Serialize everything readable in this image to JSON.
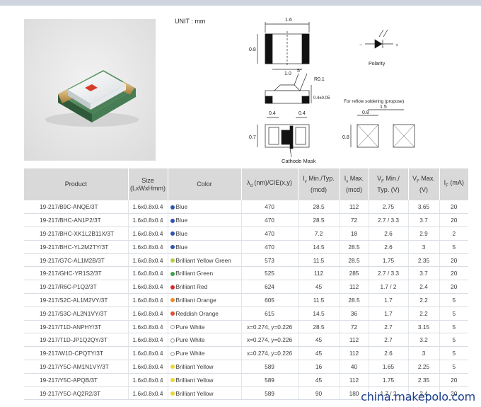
{
  "drawing": {
    "unit": "UNIT : mm",
    "top_width": "1.6",
    "top_height": "0.8",
    "top_inner": "1.0",
    "side_angle": "5°",
    "side_radius": "R0.1",
    "side_thickness": "0.4±0.05",
    "bottom_pad_left": "0.4",
    "bottom_pad_right": "0.4",
    "bottom_height": "0.7",
    "polarity_minus": "−",
    "polarity_plus": "+",
    "polarity": "Polarity",
    "reflow_title": "For reflow soldering (propose)",
    "reflow_pad": "0.8",
    "reflow_pitch": "1.5",
    "reflow_height": "0.8",
    "cathode_mask": "Cathode Mask"
  },
  "table": {
    "headers": {
      "product": "Product",
      "size": "Size",
      "size_sub": "(LxWxHmm)",
      "color": "Color",
      "wl_lambda": "λ",
      "wl_sub": "d",
      "wl_rest": " (nm)/CIE(x,y)",
      "iv_min_pre": "I",
      "iv_min_sub": "v",
      "iv_min_rest": " Min./Typ.",
      "iv_min_unit": "(mcd)",
      "iv_max_pre": "I",
      "iv_max_sub": "v",
      "iv_max_rest": " Max.",
      "iv_max_unit": "(mcd)",
      "vf_min_pre": "V",
      "vf_min_sub": "F",
      "vf_min_rest": " Min./",
      "vf_min_unit": "Typ. (V)",
      "vf_max_pre": "V",
      "vf_max_sub": "F",
      "vf_max_rest": " Max.",
      "vf_max_unit": "(V)",
      "if_pre": "I",
      "if_sub": "F",
      "if_rest": " (mA)"
    },
    "rows": [
      {
        "product": "19-217/B9C-ANQE/3T",
        "size": "1.6x0.8x0.4",
        "dot": "#2f55b4",
        "color": "Blue",
        "wl": "470",
        "iv_min": "28.5",
        "iv_max": "112",
        "vf_typ": "2.75",
        "vf_max": "3.65",
        "if": "20"
      },
      {
        "product": "19-217/BHC-AN1P2/3T",
        "size": "1.6x0.8x0.4",
        "dot": "#2f55b4",
        "color": "Blue",
        "wl": "470",
        "iv_min": "28.5",
        "iv_max": "72",
        "vf_typ": "2.7 / 3.3",
        "vf_max": "3.7",
        "if": "20"
      },
      {
        "product": "19-217/BHC-XK1L2B11X/3T",
        "size": "1.6x0.8x0.4",
        "dot": "#2f55b4",
        "color": "Blue",
        "wl": "470",
        "iv_min": "7.2",
        "iv_max": "18",
        "vf_typ": "2.6",
        "vf_max": "2.9",
        "if": "2"
      },
      {
        "product": "19-217/BHC-YL2M2TY/3T",
        "size": "1.6x0.8x0.4",
        "dot": "#2f55b4",
        "color": "Blue",
        "wl": "470",
        "iv_min": "14.5",
        "iv_max": "28.5",
        "vf_typ": "2.6",
        "vf_max": "3",
        "if": "5"
      },
      {
        "product": "19-217/G7C-AL1M2B/3T",
        "size": "1.6x0.8x0.4",
        "dot": "#b8cc44",
        "color": "Brilliant Yellow Green",
        "wl": "573",
        "iv_min": "11.5",
        "iv_max": "28.5",
        "vf_typ": "1.75",
        "vf_max": "2.35",
        "if": "20"
      },
      {
        "product": "19-217/GHC-YR1S2/3T",
        "size": "1.6x0.8x0.4",
        "dot": "#3fa64a",
        "color": "Brilliant Green",
        "wl": "525",
        "iv_min": "112",
        "iv_max": "285",
        "vf_typ": "2.7 / 3.3",
        "vf_max": "3.7",
        "if": "20"
      },
      {
        "product": "19-217/R6C-P1Q2/3T",
        "size": "1.6x0.8x0.4",
        "dot": "#d92b2b",
        "color": "Brilliant Red",
        "wl": "624",
        "iv_min": "45",
        "iv_max": "112",
        "vf_typ": "1.7 / 2",
        "vf_max": "2.4",
        "if": "20"
      },
      {
        "product": "19-217/S2C-AL1M2VY/3T",
        "size": "1.6x0.8x0.4",
        "dot": "#ef8a2c",
        "color": "Brilliant Orange",
        "wl": "605",
        "iv_min": "11.5",
        "iv_max": "28.5",
        "vf_typ": "1.7",
        "vf_max": "2.2",
        "if": "5"
      },
      {
        "product": "19-217/S3C-AL2N1VY/3T",
        "size": "1.6x0.8x0.4",
        "dot": "#e0532c",
        "color": "Reddish Orange",
        "wl": "615",
        "iv_min": "14.5",
        "iv_max": "36",
        "vf_typ": "1.7",
        "vf_max": "2.2",
        "if": "5"
      },
      {
        "product": "19-217/T1D-ANPHY/3T",
        "size": "1.6x0.8x0.4",
        "dot": "#ffffff",
        "color": "Pure White",
        "wl": "x=0.274, y=0.226",
        "iv_min": "28.5",
        "iv_max": "72",
        "vf_typ": "2.7",
        "vf_max": "3.15",
        "if": "5"
      },
      {
        "product": "19-217/T1D-JP1Q2QY/3T",
        "size": "1.6x0.8x0.4",
        "dot": "#ffffff",
        "color": "Pure White",
        "wl": "x=0.274, y=0.226",
        "iv_min": "45",
        "iv_max": "112",
        "vf_typ": "2.7",
        "vf_max": "3.2",
        "if": "5"
      },
      {
        "product": "19-217/W1D-CPQTY/3T",
        "size": "1.6x0.8x0.4",
        "dot": "#ffffff",
        "color": "Pure White",
        "wl": "x=0.274, y=0.226",
        "iv_min": "45",
        "iv_max": "112",
        "vf_typ": "2.6",
        "vf_max": "3",
        "if": "5"
      },
      {
        "product": "19-217/Y5C-AM1N1VY/3T",
        "size": "1.6x0.8x0.4",
        "dot": "#ecd63a",
        "color": "Brilliant Yellow",
        "wl": "589",
        "iv_min": "16",
        "iv_max": "40",
        "vf_typ": "1.65",
        "vf_max": "2.25",
        "if": "5"
      },
      {
        "product": "19-217/Y5C-APQB/3T",
        "size": "1.6x0.8x0.4",
        "dot": "#ecd63a",
        "color": "Brilliant Yellow",
        "wl": "589",
        "iv_min": "45",
        "iv_max": "112",
        "vf_typ": "1.75",
        "vf_max": "2.35",
        "if": "20"
      },
      {
        "product": "19-217/Y5C-AQ2R2/3T",
        "size": "1.6x0.8x0.4",
        "dot": "#ecd63a",
        "color": "Brilliant Yellow",
        "wl": "589",
        "iv_min": "90",
        "iv_max": "180",
        "vf_typ": "1.7 / 2",
        "vf_max": "2.4",
        "if": "20"
      }
    ]
  },
  "watermark": "china.makepolo.com"
}
